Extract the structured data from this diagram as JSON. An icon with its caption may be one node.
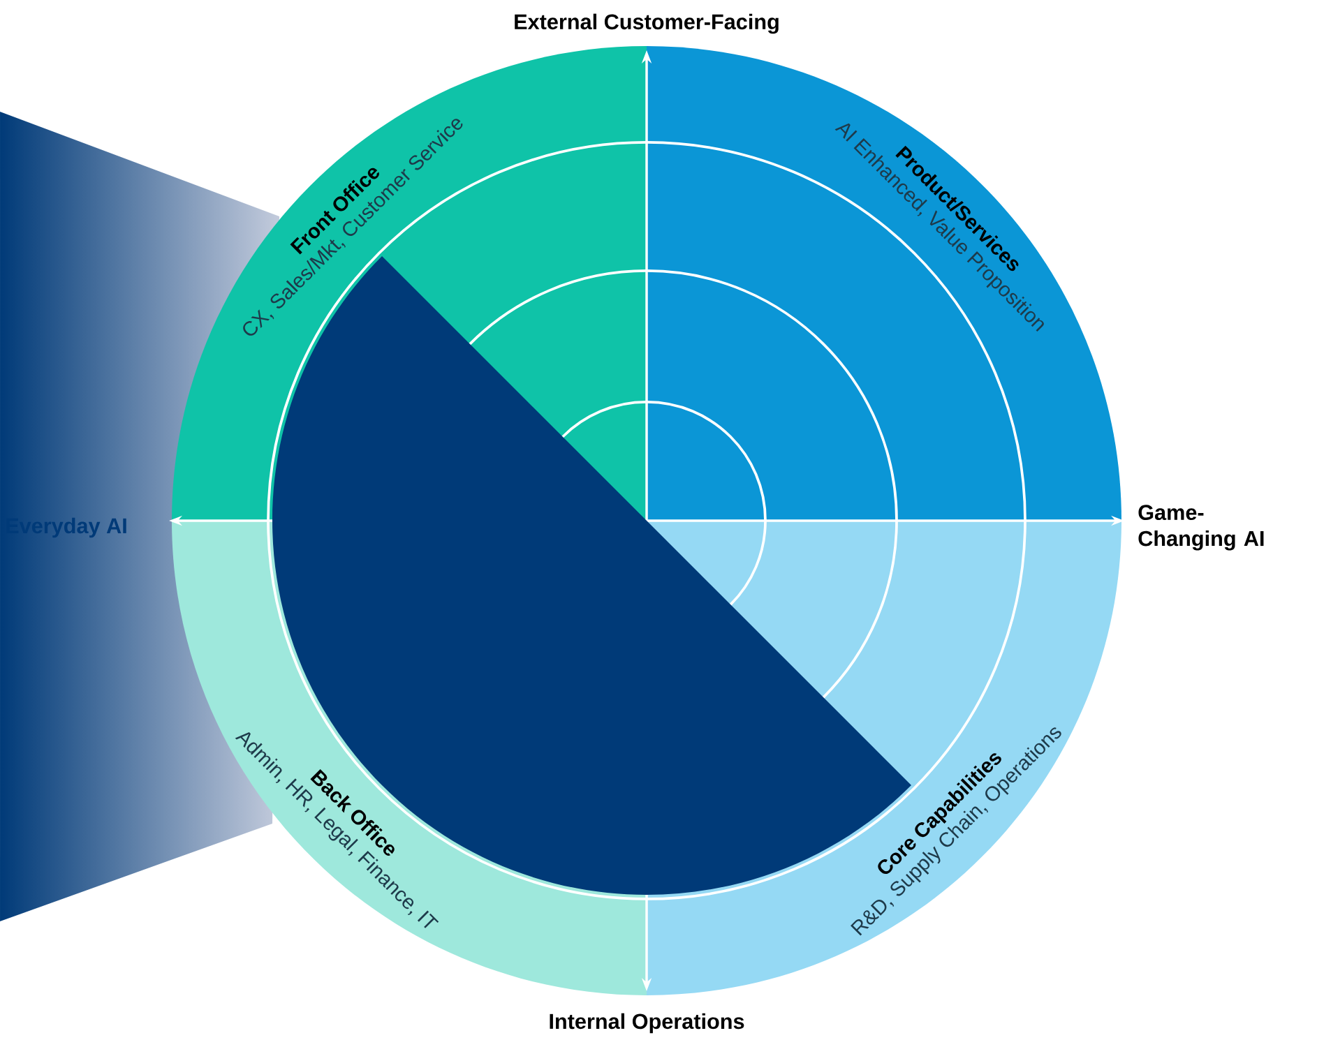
{
  "diagram": {
    "nodes": [
      {
        "text": [
          "Front Office",
          "CX, Sales/Mkt, Customer Service"
        ]
      },
      {
        "text": [
          "Product/Services",
          "AI Enhanced, Value Proposition"
        ]
      },
      {
        "text": [
          "Back Office",
          "Admin, HR, Legal, Finance, IT"
        ]
      },
      {
        "text": [
          "Core Capabilities",
          "R&D, Supply Chain, Operations"
        ]
      }
    ],
    "labels": [
      "External Customer-Facing",
      "Everyday AI",
      "Game-Changing AI",
      "Internal Operations"
    ]
  }
}
